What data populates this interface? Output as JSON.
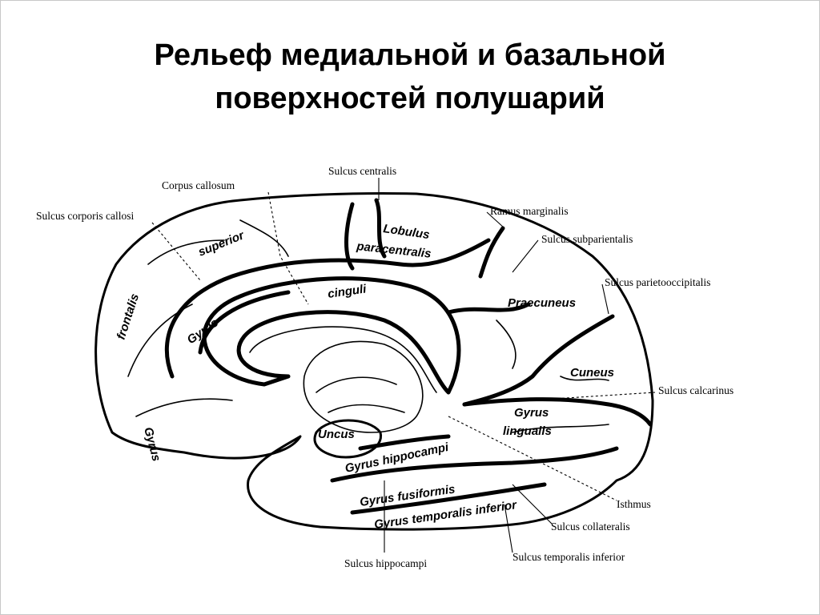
{
  "title": {
    "line1": "Рельеф медиальной и базальной",
    "line2": "поверхностей полушарий"
  },
  "labels": {
    "sulcus_centralis": "Sulcus centralis",
    "corpus_callosum": "Corpus callosum",
    "sulcus_corporis_callosi": "Sulcus corporis callosi",
    "ramus_marginalis": "Ramus marginalis",
    "sulcus_subparietalis": "Sulcus subparientalis",
    "sulcus_parietooccipitalis": "Sulcus parietooccipitalis",
    "sulcus_calcarinus": "Sulcus calcarinus",
    "isthmus": "Isthmus",
    "sulcus_collateralis": "Sulcus collateralis",
    "sulcus_hippocampi": "Sulcus hippocampi",
    "sulcus_temporalis_inferior": "Sulcus temporalis inferior"
  },
  "gyri": {
    "superior": "superior",
    "frontalis": "frontalis",
    "gyrus_front": "Gyrus",
    "gyrus_cing": "Gyrus",
    "cinguli": "cinguli",
    "lobulus": "Lobulus",
    "paracentralis": "paracentralis",
    "praecuneus": "Praecuneus",
    "cuneus": "Cuneus",
    "gyrus_lingual": "Gyrus",
    "lingualis": "lingualis",
    "uncus": "Uncus",
    "gyrus_hippocampi": "Gyrus hippocampi",
    "gyrus_fusiformis": "Gyrus fusiformis",
    "gyrus_temporalis_inferior": "Gyrus temporalis inferior"
  }
}
